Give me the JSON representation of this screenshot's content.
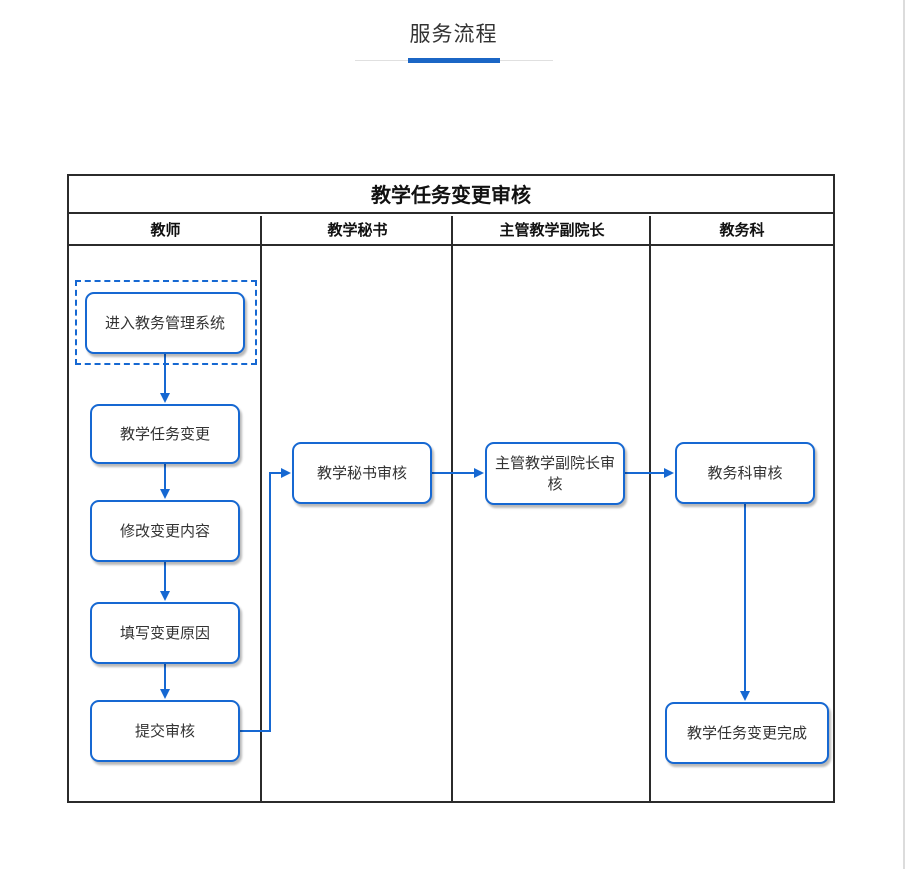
{
  "page": {
    "title": "服务流程",
    "accent_color": "#1b66c5"
  },
  "diagram": {
    "title": "教学任务变更审核",
    "lanes": [
      "教师",
      "教学秘书",
      "主管教学副院长",
      "教务科"
    ],
    "nodes": {
      "enter_system": "进入教务管理系统",
      "task_change": "教学任务变更",
      "modify_content": "修改变更内容",
      "fill_reason": "填写变更原因",
      "submit_review": "提交审核",
      "secretary_review": "教学秘书审核",
      "vice_dean_review": "主管教学副院长审核",
      "dept_review": "教务科审核",
      "complete": "教学任务变更完成"
    },
    "line_color": "#1668d2",
    "border_color": "#2b2b2b"
  }
}
